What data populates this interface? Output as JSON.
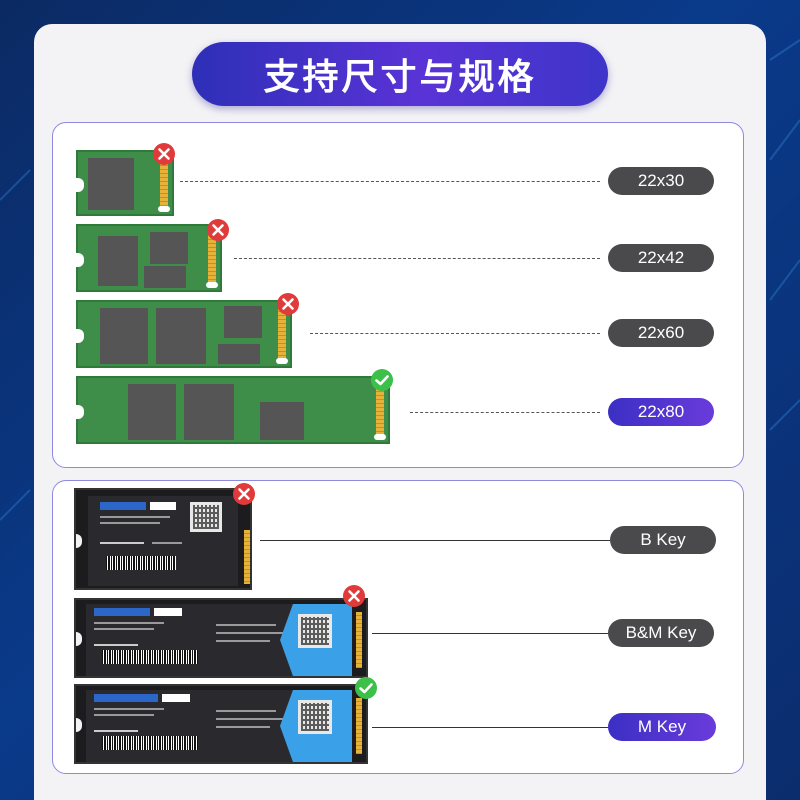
{
  "title": "支持尺寸与规格",
  "sizes": [
    {
      "label": "22x30",
      "supported": false
    },
    {
      "label": "22x42",
      "supported": false
    },
    {
      "label": "22x60",
      "supported": false
    },
    {
      "label": "22x80",
      "supported": true
    }
  ],
  "keys": [
    {
      "label": "B Key",
      "supported": false
    },
    {
      "label": "B&M Key",
      "supported": false
    },
    {
      "label": "M Key",
      "supported": true
    }
  ],
  "colors": {
    "accent": "#5a33d6",
    "supported_pill": "#4a35d0",
    "unsupported_pill": "#4a4a4d",
    "check": "#3cc04a",
    "cross": "#e03a3a"
  },
  "icons": {
    "unsupported": "cross-icon",
    "supported": "check-icon"
  }
}
